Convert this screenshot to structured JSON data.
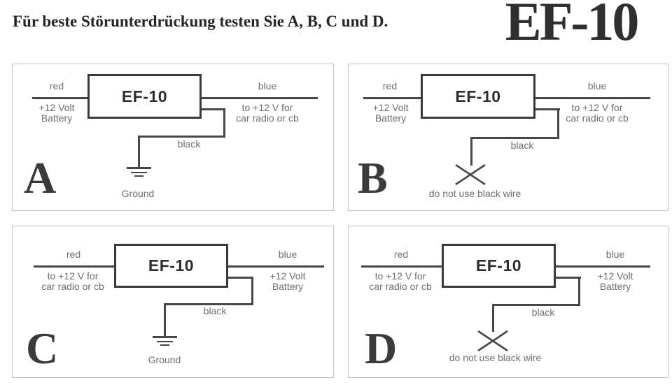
{
  "header": {
    "instruction": "Für beste Störunterdrückung testen Sie A, B, C und D.",
    "product_name": "EF-10"
  },
  "colors": {
    "wire": "#474747",
    "device_border": "#3a3a3a",
    "label_text": "#6f6f6f",
    "panel_border": "#c2c2c2",
    "letter_text": "#3b3b3b",
    "header_text": "#262626"
  },
  "panels": [
    {
      "letter": "A",
      "device_label": "EF-10",
      "left_wire": {
        "color_label": "red",
        "desc_line1": "+12 Volt",
        "desc_line2": "Battery"
      },
      "right_wire": {
        "color_label": "blue",
        "desc_line1": "to +12 V for",
        "desc_line2": "car radio or cb"
      },
      "black_wire_label": "black",
      "terminal_type": "ground",
      "terminal_label": "Ground"
    },
    {
      "letter": "B",
      "device_label": "EF-10",
      "left_wire": {
        "color_label": "red",
        "desc_line1": "+12 Volt",
        "desc_line2": "Battery"
      },
      "right_wire": {
        "color_label": "blue",
        "desc_line1": "to +12 V for",
        "desc_line2": "car radio or cb"
      },
      "black_wire_label": "black",
      "terminal_type": "no-connect",
      "terminal_label": "do not use black wire"
    },
    {
      "letter": "C",
      "device_label": "EF-10",
      "left_wire": {
        "color_label": "red",
        "desc_line1": "to +12 V for",
        "desc_line2": "car radio or cb"
      },
      "right_wire": {
        "color_label": "blue",
        "desc_line1": "+12 Volt",
        "desc_line2": "Battery"
      },
      "black_wire_label": "black",
      "terminal_type": "ground",
      "terminal_label": "Ground"
    },
    {
      "letter": "D",
      "device_label": "EF-10",
      "left_wire": {
        "color_label": "red",
        "desc_line1": "to +12 V for",
        "desc_line2": "car radio or cb"
      },
      "right_wire": {
        "color_label": "blue",
        "desc_line1": "+12 Volt",
        "desc_line2": "Battery"
      },
      "black_wire_label": "black",
      "terminal_type": "no-connect",
      "terminal_label": "do not use black wire"
    }
  ]
}
